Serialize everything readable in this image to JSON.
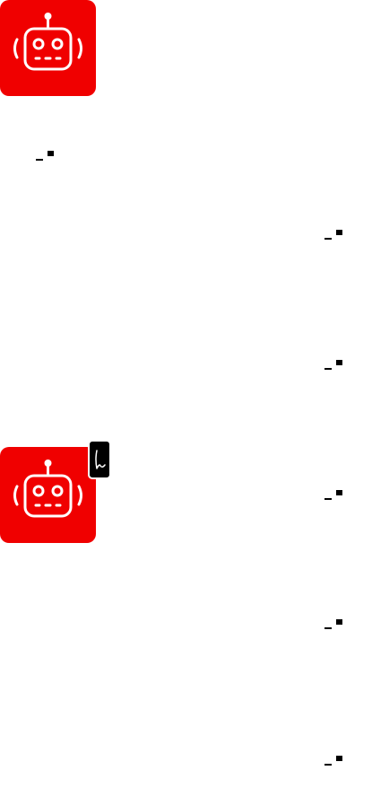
{
  "icons": {
    "robot_tile_top": "robot-icon",
    "robot_tile_bottom": "robot-icon",
    "badge": "signature-icon"
  },
  "colors": {
    "tile_background": "#f00000",
    "robot_stroke": "#ffffff",
    "badge_background": "#000000"
  },
  "markers": [
    "dash-block-marker",
    "dash-block-marker",
    "dash-block-marker",
    "dash-block-marker",
    "dash-block-marker",
    "dash-block-marker"
  ]
}
